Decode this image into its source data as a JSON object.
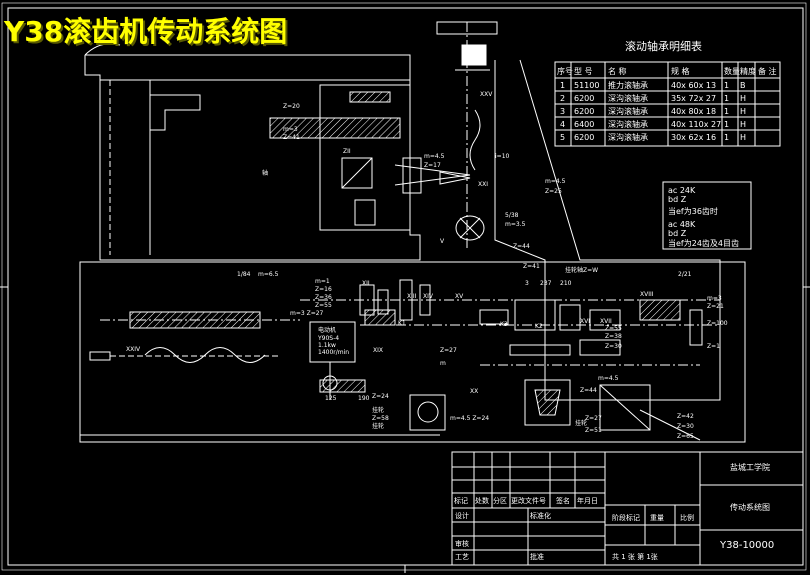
{
  "title": "Y38滚齿机传动系统图",
  "bearing_table": {
    "title": "滚动轴承明细表",
    "headers": [
      "序号",
      "型 号",
      "名 称",
      "规 格",
      "数量",
      "精度",
      "备 注"
    ],
    "rows": [
      [
        "1",
        "51100",
        "推力滚轴承",
        "40x 60x 13",
        "1",
        "B",
        ""
      ],
      [
        "2",
        "6200",
        "深沟滚轴承",
        "35x 72x 27",
        "1",
        "H",
        ""
      ],
      [
        "3",
        "6200",
        "深沟滚轴承",
        "40x 80x 18",
        "1",
        "H",
        ""
      ],
      [
        "4",
        "6400",
        "深沟滚轴承",
        "40x 110x 27",
        "1",
        "H",
        ""
      ],
      [
        "5",
        "6200",
        "深沟滚轴承",
        "30x 62x 16",
        "1",
        "H",
        ""
      ]
    ]
  },
  "formula_box": {
    "lines": [
      "ac  24K",
      "bd  Z",
      "当ef为36齿时",
      "ac  48K",
      "bd  Z",
      "当ef为24齿及4目齿"
    ]
  },
  "labels": {
    "z20": "Z=20",
    "m3a": "m=3",
    "z41": "Z=41",
    "ZII": "ZII",
    "zhou": "轴",
    "m45a": "m=4.5",
    "z17": "Z=17",
    "XXV": "XXV",
    "i10": "i=10",
    "XXI": "XXI",
    "m45b": "m=4.5",
    "z25": "Z=25",
    "k538": "5/38",
    "m35": "m=3.5",
    "z44": "Z=44",
    "z41b": "Z=41",
    "V": "V",
    "div84": "1/84",
    "m65": "m=6.5",
    "m1": "m=1",
    "z16": "Z=16",
    "z36": "Z=36",
    "z55": "Z=55",
    "m3z27": "m=3 Z=27",
    "XXIV": "XXIV",
    "motor1": "电动机",
    "motor2": "Y90S-4",
    "motor3": "1.1kw",
    "motor4": "1400r/min",
    "n125": "125",
    "n190": "190",
    "XII": "XII",
    "K1": "K1",
    "K2": "K2",
    "K3": "K3",
    "m": "m",
    "XIII": "XIII",
    "XIV": "XIV",
    "XV": "XV",
    "XVI": "XVI",
    "XVII": "XVII",
    "XVIII": "XVIII",
    "XIX": "XIX",
    "XX": "XX",
    "z27": "Z=27",
    "z30": "Z=30",
    "z44b": "Z=44",
    "z55b": "Z=55",
    "z38": "Z=38",
    "gua1": "挂轮轴",
    "gua2": "挂轮",
    "gua3": "挂轮",
    "gua4": "挂轮",
    "z27b": "Z=27",
    "z51": "Z=51",
    "z42": "Z=42",
    "z30b": "Z=30",
    "z65": "Z=65",
    "c100": "Z=100",
    "m3b": "m=3",
    "z21": "Z=21",
    "z1": "Z=1",
    "z24": "Z=24",
    "z58": "Z=58",
    "m45z24": "m=4.5 Z=24",
    "i21": "2/21",
    "m45c": "m=4.5",
    "t237": "237",
    "t210": "210",
    "t3": "3",
    "zW": "Z=W"
  },
  "title_block": {
    "school": "盐城工学院",
    "drawing_name": "传动系统图",
    "drawing_no": "Y38-10000",
    "biaoji": "标记",
    "chushu": "处数",
    "fenqu": "分区",
    "genggai": "更改文件号",
    "qianming": "签名",
    "nianyueri": "年月日",
    "sheji": "设计",
    "biaozhunhua": "标准化",
    "jieduan": "阶段标记",
    "zhongliang": "重量",
    "bili": "比例",
    "shenhe": "审核",
    "gongyi": "工艺",
    "pizhun": "批准",
    "sheets": "共 1 张  第 1张"
  },
  "colors": {
    "line": "#ffffff",
    "title": "#ffff00",
    "title_shadow": "#5a5a00",
    "hatch": "#ffffff"
  }
}
